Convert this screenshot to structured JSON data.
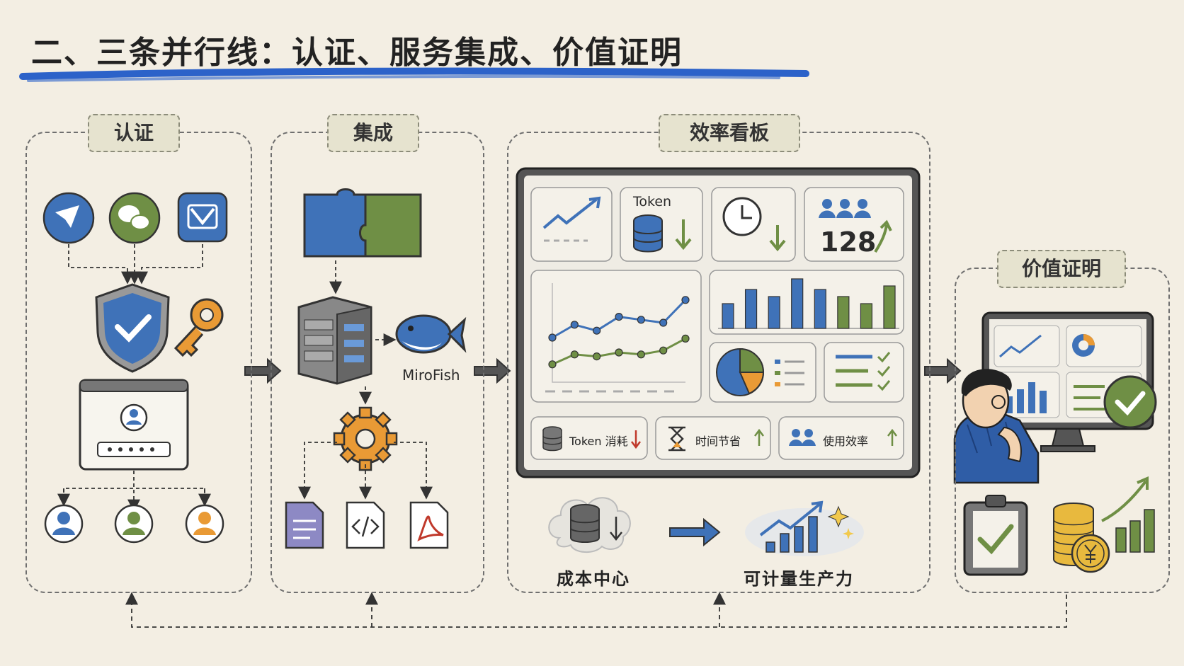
{
  "title": "二、三条并行线：认证、服务集成、价值证明",
  "sections": {
    "auth": {
      "tag": "认证"
    },
    "integration": {
      "tag": "集成",
      "fish_label": "MiroFish"
    },
    "dashboard": {
      "tag": "效率看板",
      "token_card": "Token",
      "users_count": "128",
      "metrics": [
        {
          "label": "Token 消耗"
        },
        {
          "label": "时间节省"
        },
        {
          "label": "使用效率"
        }
      ],
      "cost_center": "成本中心",
      "productivity": "可计量生产力"
    },
    "value": {
      "tag": "价值证明"
    }
  },
  "chart_data": [
    {
      "type": "line",
      "x": [
        1,
        2,
        3,
        4,
        5,
        6,
        7
      ],
      "series": [
        {
          "values": [
            45,
            58,
            52,
            66,
            63,
            60,
            83
          ]
        },
        {
          "values": [
            18,
            28,
            26,
            30,
            28,
            32,
            44
          ]
        }
      ]
    },
    {
      "type": "bar",
      "values": [
        35,
        55,
        45,
        70,
        55,
        45,
        35,
        60
      ]
    }
  ],
  "colors": {
    "blue": "#3f72b8",
    "green": "#6f8f45",
    "orange": "#e99a35",
    "bg": "#f3eee3"
  }
}
